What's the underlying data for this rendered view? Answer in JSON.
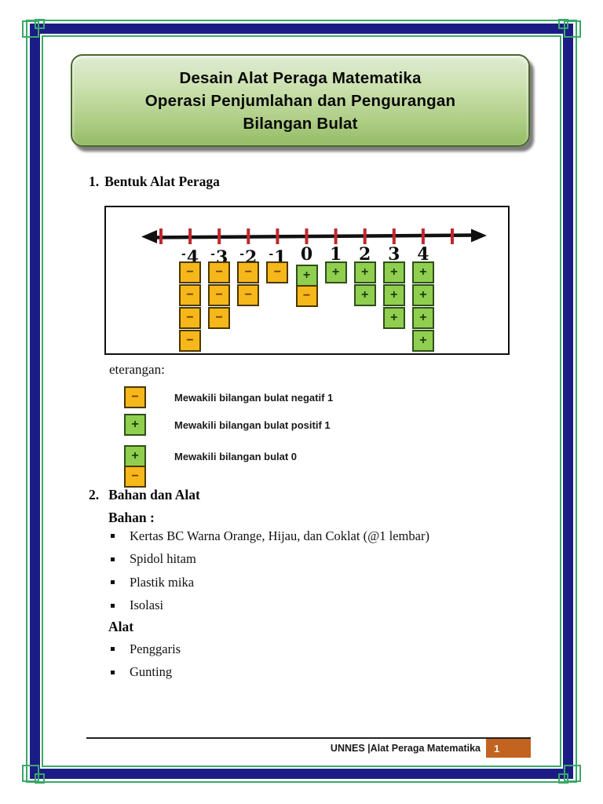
{
  "title_box": {
    "lines": [
      "Desain Alat Peraga Matematika",
      "Operasi Penjumlahan dan Pengurangan",
      "Bilangan Bulat"
    ]
  },
  "section1": {
    "number": "1.",
    "title": "Bentuk Alat Peraga"
  },
  "legend": {
    "heading": "eterangan:",
    "items": [
      {
        "tile": "minus",
        "text": "Mewakili bilangan bulat negatif 1"
      },
      {
        "tile": "plus",
        "text": "Mewakili bilangan bulat positif 1"
      },
      {
        "tile": "zero-pair",
        "text": "Mewakili bilangan bulat 0"
      }
    ]
  },
  "section2": {
    "number": "2.",
    "title": "Bahan dan Alat"
  },
  "bahan": {
    "heading": "Bahan :",
    "items": [
      "Kertas BC Warna Orange, Hijau, dan Coklat (@1 lembar)",
      "Spidol hitam",
      "Plastik mika",
      "Isolasi"
    ]
  },
  "alat": {
    "heading": "Alat",
    "items": [
      "Penggaris",
      "Gunting"
    ]
  },
  "footer": {
    "text": "UNNES |Alat Peraga Matematika",
    "page_number": "1"
  },
  "chart_data": {
    "type": "number-line-tiles",
    "title": "Bentuk Alat Peraga",
    "axis": {
      "tick_count": 11,
      "labeled_ticks": [
        "-4",
        "-3",
        "-2",
        "-1",
        "0",
        "1",
        "2",
        "3",
        "4"
      ]
    },
    "columns": [
      {
        "label": "-4",
        "tiles": [
          "minus",
          "minus",
          "minus",
          "minus"
        ]
      },
      {
        "label": "-3",
        "tiles": [
          "minus",
          "minus",
          "minus"
        ]
      },
      {
        "label": "-2",
        "tiles": [
          "minus",
          "minus"
        ]
      },
      {
        "label": "-1",
        "tiles": [
          "minus"
        ]
      },
      {
        "label": "0",
        "tiles": [
          "plus",
          "minus"
        ],
        "stacked": true
      },
      {
        "label": "1",
        "tiles": [
          "plus"
        ]
      },
      {
        "label": "2",
        "tiles": [
          "plus",
          "plus"
        ]
      },
      {
        "label": "3",
        "tiles": [
          "plus",
          "plus",
          "plus"
        ]
      },
      {
        "label": "4",
        "tiles": [
          "plus",
          "plus",
          "plus",
          "plus"
        ]
      }
    ],
    "legend": [
      {
        "symbol": "minus-tile",
        "meaning": "Mewakili bilangan bulat negatif 1"
      },
      {
        "symbol": "plus-tile",
        "meaning": "Mewakili bilangan bulat positif 1"
      },
      {
        "symbol": "plus-minus-pair",
        "meaning": "Mewakili bilangan bulat 0"
      }
    ],
    "colors": {
      "negative_tile": "#F6B71A",
      "positive_tile": "#8FCE4F",
      "tick": "#C1272D",
      "frame_navy": "#1c1c87",
      "frame_green": "#3aa968",
      "page_badge": "#C2641F"
    }
  }
}
